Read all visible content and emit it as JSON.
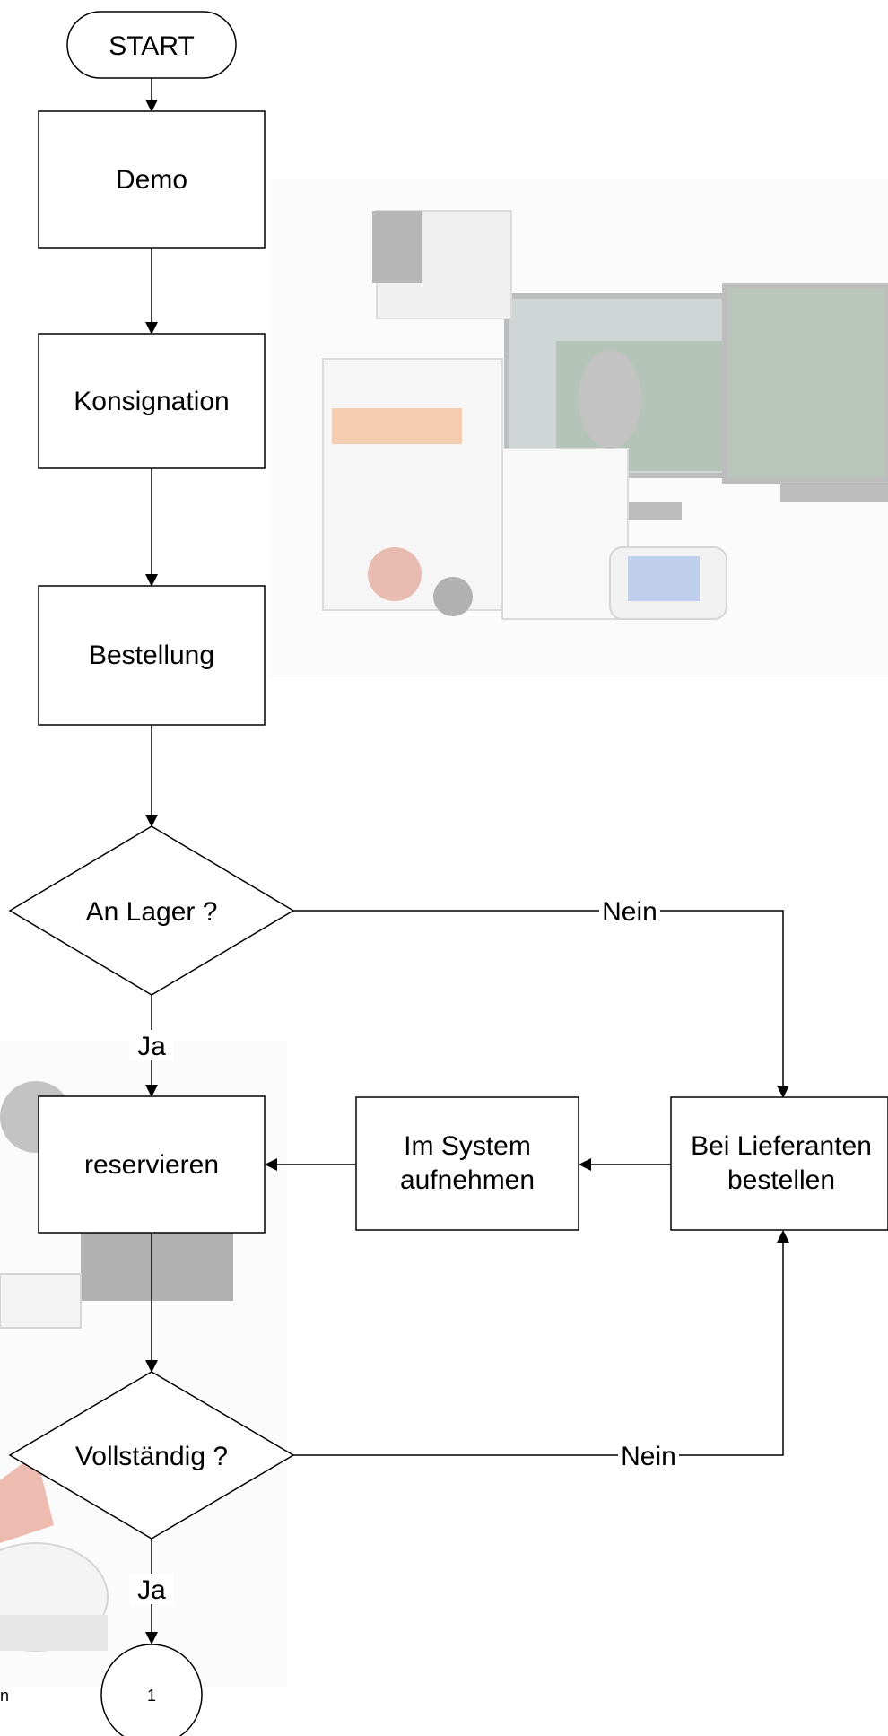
{
  "flowchart": {
    "start": "START",
    "demo": "Demo",
    "konsignation": "Konsignation",
    "bestellung": "Bestellung",
    "decision_lager": "An Lager ?",
    "reservieren": "reservieren",
    "im_system_line1": "Im System",
    "im_system_line2": "aufnehmen",
    "lieferant_line1": "Bei Lieferanten",
    "lieferant_line2": "bestellen",
    "decision_vollstaendig": "Vollständig ?",
    "connector": "1",
    "edge_nein_1": "Nein",
    "edge_nein_2": "Nein",
    "edge_ja_1": "Ja",
    "edge_ja_2": "Ja",
    "truncated_text": "n"
  },
  "icons": {
    "background_image_1": "microscope-with-monitors-photo",
    "background_image_2": "stereo-microscope-photo"
  }
}
